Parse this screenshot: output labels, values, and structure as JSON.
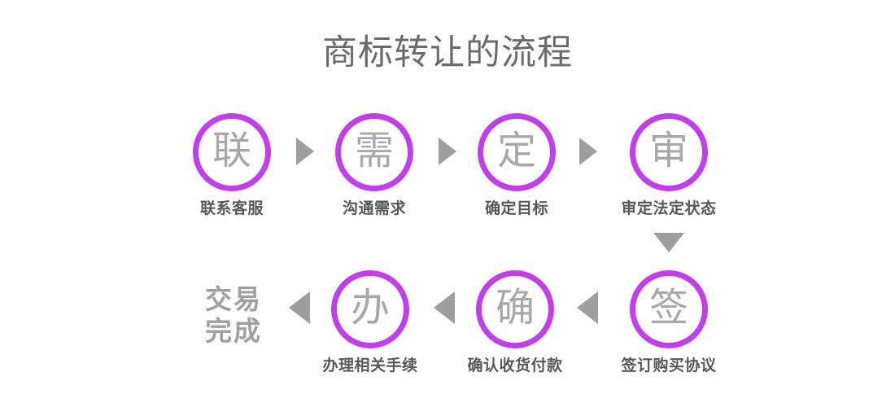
{
  "title": "商标转让的流程",
  "theme": {
    "background": "#ffffff",
    "ring_color": "#c03fe8",
    "glyph_color": "#a8a8a8",
    "label_color": "#585858",
    "title_color": "#6b6b6b",
    "arrow_color": "#9e9e9e",
    "terminal_color": "#a0a0a0"
  },
  "row1": {
    "steps": [
      {
        "glyph": "联",
        "label": "联系客服"
      },
      {
        "glyph": "需",
        "label": "沟通需求"
      },
      {
        "glyph": "定",
        "label": "确定目标"
      },
      {
        "glyph": "审",
        "label": "审定法定状态"
      }
    ],
    "connectors": [
      {
        "icon": "arrow-right-icon"
      },
      {
        "icon": "arrow-right-icon"
      },
      {
        "icon": "arrow-right-icon"
      }
    ]
  },
  "row_connector": {
    "icon": "arrow-down-icon"
  },
  "row2": {
    "steps": [
      {
        "glyph": "签",
        "label": "签订购买协议"
      },
      {
        "glyph": "确",
        "label": "确认收货付款"
      },
      {
        "glyph": "办",
        "label": "办理相关手续"
      }
    ],
    "connectors": [
      {
        "icon": "arrow-left-icon"
      },
      {
        "icon": "arrow-left-icon"
      },
      {
        "icon": "arrow-left-icon"
      }
    ],
    "terminal": {
      "line1": "交易",
      "line2": "完成"
    }
  }
}
